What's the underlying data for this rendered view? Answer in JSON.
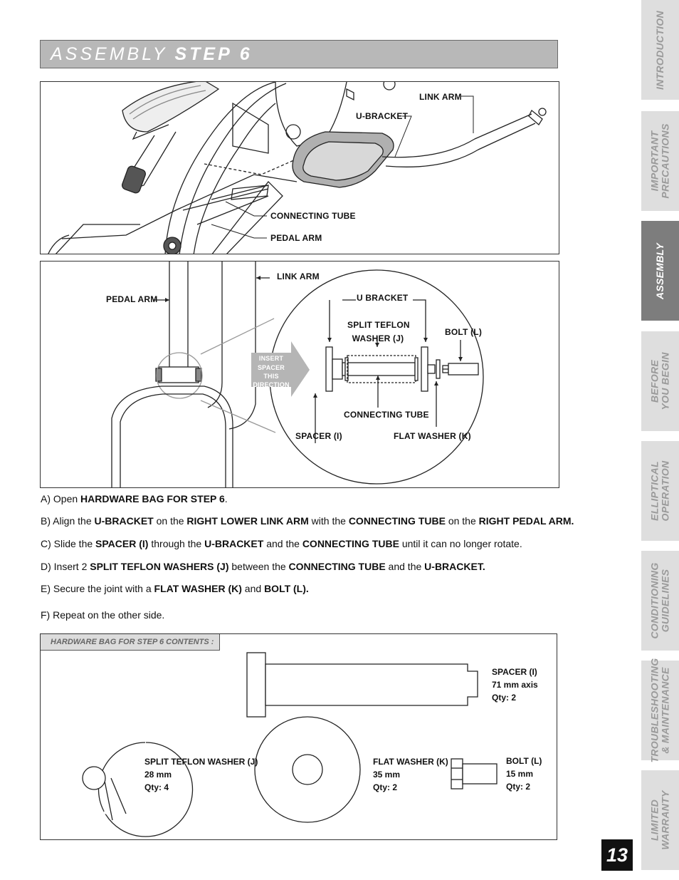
{
  "title": {
    "prefix": "ASSEMBLY",
    "step": "STEP 6"
  },
  "figure1": {
    "labels": {
      "link_arm": "LINK ARM",
      "u_bracket": "U-BRACKET",
      "connecting_tube": "CONNECTING TUBE",
      "pedal_arm": "PEDAL ARM"
    }
  },
  "figure2": {
    "labels": {
      "link_arm": "LINK ARM",
      "pedal_arm": "PEDAL ARM",
      "u_bracket": "U BRACKET",
      "split_teflon_1": "SPLIT TEFLON",
      "split_teflon_2": "WASHER (J)",
      "bolt": "BOLT (L)",
      "insert_1": "INSERT",
      "insert_2": "SPACER",
      "insert_3": "THIS",
      "insert_4": "DIRECTION",
      "connecting_tube": "CONNECTING TUBE",
      "spacer": "SPACER (I)",
      "flat_washer": "FLAT WASHER (K)"
    }
  },
  "steps": [
    {
      "pre": "A) Open ",
      "parts": [
        [
          "HARDWARE BAG FOR STEP 6",
          "."
        ]
      ]
    },
    {
      "pre": "B) Align the ",
      "parts": [
        [
          "U-BRACKET",
          " on the "
        ],
        [
          "RIGHT LOWER LINK ARM",
          " with the "
        ],
        [
          "CONNECTING TUBE",
          " on the "
        ],
        [
          "RIGHT PEDAL ARM.",
          ""
        ]
      ]
    },
    {
      "pre": "C) Slide the ",
      "parts": [
        [
          "SPACER (I)",
          " through the "
        ],
        [
          "U-BRACKET",
          " and the "
        ],
        [
          "CONNECTING TUBE",
          " until it can no longer rotate."
        ]
      ]
    },
    {
      "pre": "D) Insert 2 ",
      "parts": [
        [
          "SPLIT TEFLON WASHERS (J)",
          " between the "
        ],
        [
          "CONNECTING TUBE",
          " and the "
        ],
        [
          "U-BRACKET.",
          ""
        ]
      ]
    },
    {
      "pre": "E) Secure the joint with a ",
      "parts": [
        [
          "FLAT WASHER (K)",
          " and "
        ],
        [
          "BOLT (L).",
          ""
        ]
      ]
    },
    {
      "pre": "F) Repeat on the other side.",
      "parts": []
    }
  ],
  "hardware": {
    "header": "HARDWARE BAG FOR STEP 6 CONTENTS :",
    "spacer": {
      "name": "SPACER (I)",
      "size": "71 mm axis",
      "qty": "Qty: 2"
    },
    "split_washer": {
      "name": "SPLIT TEFLON WASHER (J)",
      "size": "28 mm",
      "qty": "Qty: 4"
    },
    "flat_washer": {
      "name": "FLAT WASHER (K)",
      "size": "35 mm",
      "qty": "Qty: 2"
    },
    "bolt": {
      "name": "BOLT (L)",
      "size": "15 mm",
      "qty": "Qty: 2"
    }
  },
  "side_tabs": [
    {
      "label": "INTRODUCTION",
      "line2": "",
      "active": false
    },
    {
      "label": "IMPORTANT",
      "line2": "PRECAUTIONS",
      "active": false
    },
    {
      "label": "ASSEMBLY",
      "line2": "",
      "active": true
    },
    {
      "label": "BEFORE",
      "line2": "YOU BEGIN",
      "active": false
    },
    {
      "label": "ELLIPTICAL",
      "line2": "OPERATION",
      "active": false
    },
    {
      "label": "CONDITIONING",
      "line2": "GUIDELINES",
      "active": false
    },
    {
      "label": "TROUBLESHOOTING",
      "line2": "& MAINTENANCE",
      "active": false
    },
    {
      "label": "LIMITED",
      "line2": "WARRANTY",
      "active": false
    }
  ],
  "page_number": "13",
  "colors": {
    "title_bar": "#b8b8b8",
    "active_tab": "#7d7d7d",
    "inactive_tab": "#dedede"
  }
}
